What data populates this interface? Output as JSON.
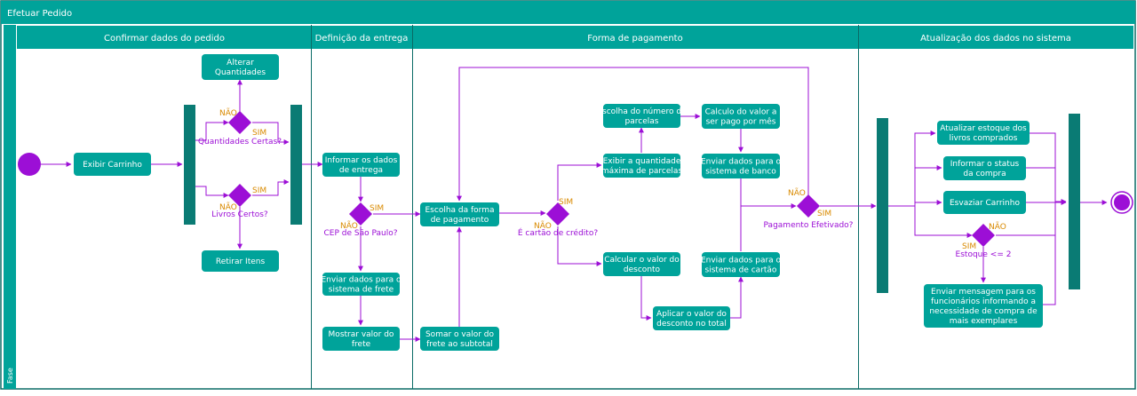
{
  "diagram": {
    "pool_title": "Efetuar Pedido",
    "phase_label": "Fase",
    "lanes": [
      {
        "id": "lane1",
        "label": "Confirmar dados do pedido"
      },
      {
        "id": "lane2",
        "label": "Definição da entrega"
      },
      {
        "id": "lane3",
        "label": "Forma de pagamento"
      },
      {
        "id": "lane4",
        "label": "Atualização dos dados no sistema"
      }
    ],
    "activities": {
      "exibir_carrinho": [
        "Exibir Carrinho"
      ],
      "alterar_quantidades": [
        "Alterar",
        "Quantidades"
      ],
      "retirar_itens": [
        "Retirar Itens"
      ],
      "informar_dados_entrega": [
        "Informar os dados",
        "de entrega"
      ],
      "enviar_dados_frete": [
        "Enviar dados para o",
        "sistema de frete"
      ],
      "mostrar_valor_frete": [
        "Mostrar valor do",
        "frete"
      ],
      "somar_valor_frete": [
        "Somar o valor do",
        "frete ao subtotal"
      ],
      "escolha_forma_pagamento": [
        "Escolha da forma",
        "de pagamento"
      ],
      "escolha_numero_parcelas": [
        "Escolha do número de",
        "parcelas"
      ],
      "exibir_qtd_maxima": [
        "Exibir a quantidade",
        "máxima de parcelas"
      ],
      "calculo_valor_mes": [
        "Calculo do valor a",
        "ser pago por mês"
      ],
      "enviar_dados_banco": [
        "Enviar dados para o",
        "sistema de banco"
      ],
      "calcular_desconto": [
        "Calcular o valor do",
        "desconto"
      ],
      "enviar_dados_cartao": [
        "Enviar dados para o",
        "sistema de cartão"
      ],
      "aplicar_desconto": [
        "Aplicar o valor do",
        "desconto no total"
      ],
      "atualizar_estoque": [
        "Atualizar estoque dos",
        "livros comprados"
      ],
      "informar_status": [
        "Informar o status",
        "da compra"
      ],
      "esvaziar_carrinho": [
        "Esvaziar Carrinho"
      ],
      "enviar_mensagem": [
        "Enviar mensagem para os",
        "funcionários informando a",
        "necessidade de compra de",
        "mais exemplares"
      ]
    },
    "decisions": {
      "quantidades_certas": "Quantidades Certas?",
      "livros_certos": "Livros Certos?",
      "cep_sao_paulo": "CEP de São Paulo?",
      "cartao_credito": "É cartão de crédito?",
      "pagamento_efetivado": "Pagamento Efetivado?",
      "estoque": "Estoque <= 2"
    },
    "branch_labels": {
      "yes": "SIM",
      "no": "NÃO"
    },
    "colors": {
      "primary": "#00a39a",
      "bar": "#0a7b74",
      "decision": "#9c0fd6",
      "flow": "#9c0fd6",
      "label": "#d98a00",
      "lane_border": "#0a6b66"
    }
  }
}
